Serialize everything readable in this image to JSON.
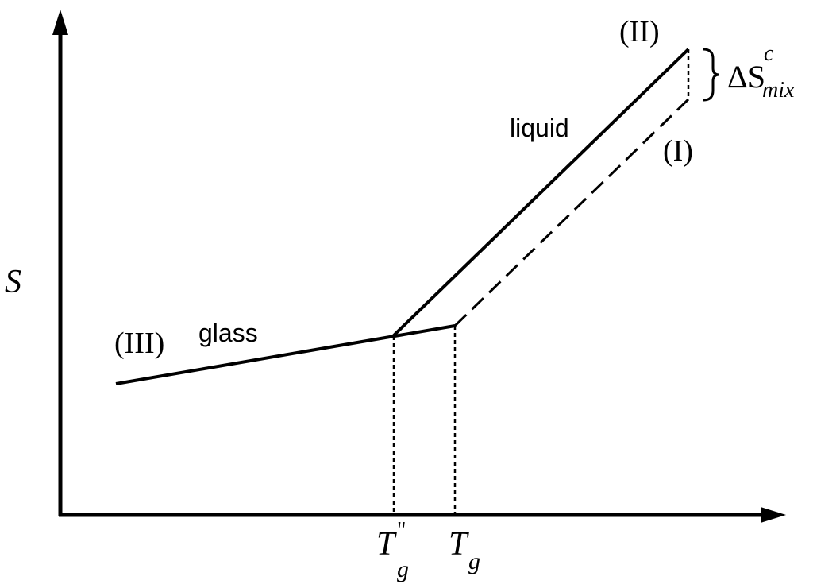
{
  "axes": {
    "y_label": "S",
    "x_tick_low": {
      "base": "T",
      "subscript": "g",
      "superscript": "\""
    },
    "x_tick_high": {
      "base": "T",
      "subscript": "g"
    }
  },
  "curves": {
    "liquid_label": "liquid",
    "glass_label": "glass",
    "roman_I": "(I)",
    "roman_II": "(II)",
    "roman_III": "(III)"
  },
  "annotation": {
    "delta_symbol": "ΔS",
    "superscript": "c",
    "subscript": "mix"
  },
  "colors": {
    "stroke": "#000000",
    "background": "#ffffff"
  }
}
